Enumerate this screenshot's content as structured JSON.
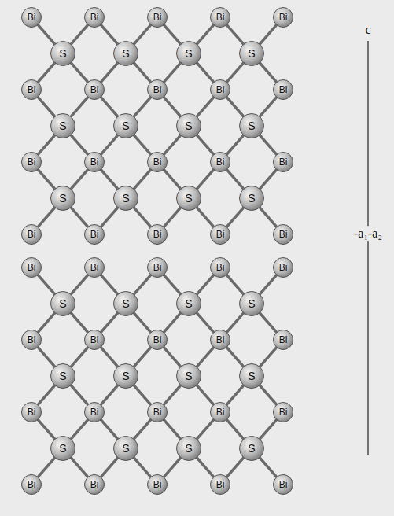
{
  "diagram": {
    "nodes": [
      {
        "text": [
          "Bi"
        ]
      },
      {
        "text": [
          "Bi"
        ]
      },
      {
        "text": [
          "Bi"
        ]
      },
      {
        "text": [
          "Bi"
        ]
      },
      {
        "text": [
          "Bi"
        ]
      },
      {
        "text": [
          "S"
        ]
      },
      {
        "text": [
          "S"
        ]
      },
      {
        "text": [
          "S"
        ]
      },
      {
        "text": [
          "S"
        ]
      },
      {
        "text": [
          "Bi"
        ]
      },
      {
        "text": [
          "Bi"
        ]
      },
      {
        "text": [
          "Bi"
        ]
      },
      {
        "text": [
          "Bi"
        ]
      },
      {
        "text": [
          "Bi"
        ]
      },
      {
        "text": [
          "S"
        ]
      },
      {
        "text": [
          "S"
        ]
      },
      {
        "text": [
          "S"
        ]
      },
      {
        "text": [
          "S"
        ]
      },
      {
        "text": [
          "Bi"
        ]
      },
      {
        "text": [
          "Bi"
        ]
      },
      {
        "text": [
          "Bi"
        ]
      },
      {
        "text": [
          "Bi"
        ]
      },
      {
        "text": [
          "Bi"
        ]
      },
      {
        "text": [
          "S"
        ]
      },
      {
        "text": [
          "S"
        ]
      },
      {
        "text": [
          "S"
        ]
      },
      {
        "text": [
          "S"
        ]
      },
      {
        "text": [
          "Bi"
        ]
      },
      {
        "text": [
          "Bi"
        ]
      },
      {
        "text": [
          "Bi"
        ]
      },
      {
        "text": [
          "Bi"
        ]
      },
      {
        "text": [
          "Bi"
        ]
      },
      {
        "text": [
          "Bi"
        ]
      },
      {
        "text": [
          "Bi"
        ]
      },
      {
        "text": [
          "Bi"
        ]
      },
      {
        "text": [
          "Bi"
        ]
      },
      {
        "text": [
          "Bi"
        ]
      },
      {
        "text": [
          "S"
        ]
      },
      {
        "text": [
          "S"
        ]
      },
      {
        "text": [
          "S"
        ]
      },
      {
        "text": [
          "S"
        ]
      },
      {
        "text": [
          "Bi"
        ]
      },
      {
        "text": [
          "Bi"
        ]
      },
      {
        "text": [
          "Bi"
        ]
      },
      {
        "text": [
          "Bi"
        ]
      },
      {
        "text": [
          "Bi"
        ]
      },
      {
        "text": [
          "S"
        ]
      },
      {
        "text": [
          "S"
        ]
      },
      {
        "text": [
          "S"
        ]
      },
      {
        "text": [
          "S"
        ]
      },
      {
        "text": [
          "Bi"
        ]
      },
      {
        "text": [
          "Bi"
        ]
      },
      {
        "text": [
          "Bi"
        ]
      },
      {
        "text": [
          "Bi"
        ]
      },
      {
        "text": [
          "Bi"
        ]
      },
      {
        "text": [
          "S"
        ]
      },
      {
        "text": [
          "S"
        ]
      },
      {
        "text": [
          "S"
        ]
      },
      {
        "text": [
          "S"
        ]
      },
      {
        "text": [
          "Bi"
        ]
      },
      {
        "text": [
          "Bi"
        ]
      },
      {
        "text": [
          "Bi"
        ]
      },
      {
        "text": [
          "Bi"
        ]
      },
      {
        "text": [
          "Bi"
        ]
      }
    ],
    "edges": [
      {
        "from": 0,
        "to": 5,
        "arrow": "none"
      },
      {
        "from": 1,
        "to": 5,
        "arrow": "none"
      },
      {
        "from": 1,
        "to": 6,
        "arrow": "none"
      },
      {
        "from": 2,
        "to": 6,
        "arrow": "none"
      },
      {
        "from": 2,
        "to": 7,
        "arrow": "none"
      },
      {
        "from": 3,
        "to": 7,
        "arrow": "none"
      },
      {
        "from": 3,
        "to": 8,
        "arrow": "none"
      },
      {
        "from": 4,
        "to": 8,
        "arrow": "none"
      },
      {
        "from": 5,
        "to": 9,
        "arrow": "none"
      },
      {
        "from": 5,
        "to": 10,
        "arrow": "none"
      },
      {
        "from": 6,
        "to": 10,
        "arrow": "none"
      },
      {
        "from": 6,
        "to": 11,
        "arrow": "none"
      },
      {
        "from": 7,
        "to": 11,
        "arrow": "none"
      },
      {
        "from": 7,
        "to": 12,
        "arrow": "none"
      },
      {
        "from": 8,
        "to": 12,
        "arrow": "none"
      },
      {
        "from": 8,
        "to": 13,
        "arrow": "none"
      },
      {
        "from": 9,
        "to": 14,
        "arrow": "none"
      },
      {
        "from": 10,
        "to": 14,
        "arrow": "none"
      },
      {
        "from": 10,
        "to": 15,
        "arrow": "none"
      },
      {
        "from": 11,
        "to": 15,
        "arrow": "none"
      },
      {
        "from": 11,
        "to": 16,
        "arrow": "none"
      },
      {
        "from": 12,
        "to": 16,
        "arrow": "none"
      },
      {
        "from": 12,
        "to": 17,
        "arrow": "none"
      },
      {
        "from": 13,
        "to": 17,
        "arrow": "none"
      },
      {
        "from": 14,
        "to": 18,
        "arrow": "none"
      },
      {
        "from": 14,
        "to": 19,
        "arrow": "none"
      },
      {
        "from": 15,
        "to": 19,
        "arrow": "none"
      },
      {
        "from": 15,
        "to": 20,
        "arrow": "none"
      },
      {
        "from": 16,
        "to": 20,
        "arrow": "none"
      },
      {
        "from": 16,
        "to": 21,
        "arrow": "none"
      },
      {
        "from": 17,
        "to": 21,
        "arrow": "none"
      },
      {
        "from": 17,
        "to": 22,
        "arrow": "none"
      },
      {
        "from": 18,
        "to": 23,
        "arrow": "none"
      },
      {
        "from": 19,
        "to": 23,
        "arrow": "none"
      },
      {
        "from": 19,
        "to": 24,
        "arrow": "none"
      },
      {
        "from": 20,
        "to": 24,
        "arrow": "none"
      },
      {
        "from": 20,
        "to": 25,
        "arrow": "none"
      },
      {
        "from": 21,
        "to": 25,
        "arrow": "none"
      },
      {
        "from": 21,
        "to": 26,
        "arrow": "none"
      },
      {
        "from": 22,
        "to": 26,
        "arrow": "none"
      },
      {
        "from": 23,
        "to": 27,
        "arrow": "none"
      },
      {
        "from": 23,
        "to": 28,
        "arrow": "none"
      },
      {
        "from": 24,
        "to": 28,
        "arrow": "none"
      },
      {
        "from": 24,
        "to": 29,
        "arrow": "none"
      },
      {
        "from": 25,
        "to": 29,
        "arrow": "none"
      },
      {
        "from": 25,
        "to": 30,
        "arrow": "none"
      },
      {
        "from": 26,
        "to": 30,
        "arrow": "none"
      },
      {
        "from": 26,
        "to": 31,
        "arrow": "none"
      },
      {
        "from": 32,
        "to": 37,
        "arrow": "none"
      },
      {
        "from": 33,
        "to": 37,
        "arrow": "none"
      },
      {
        "from": 33,
        "to": 38,
        "arrow": "none"
      },
      {
        "from": 34,
        "to": 38,
        "arrow": "none"
      },
      {
        "from": 34,
        "to": 39,
        "arrow": "none"
      },
      {
        "from": 35,
        "to": 39,
        "arrow": "none"
      },
      {
        "from": 35,
        "to": 40,
        "arrow": "none"
      },
      {
        "from": 36,
        "to": 40,
        "arrow": "none"
      },
      {
        "from": 37,
        "to": 41,
        "arrow": "none"
      },
      {
        "from": 37,
        "to": 42,
        "arrow": "none"
      },
      {
        "from": 38,
        "to": 42,
        "arrow": "none"
      },
      {
        "from": 38,
        "to": 43,
        "arrow": "none"
      },
      {
        "from": 39,
        "to": 43,
        "arrow": "none"
      },
      {
        "from": 39,
        "to": 44,
        "arrow": "none"
      },
      {
        "from": 40,
        "to": 44,
        "arrow": "none"
      },
      {
        "from": 40,
        "to": 45,
        "arrow": "none"
      },
      {
        "from": 41,
        "to": 46,
        "arrow": "none"
      },
      {
        "from": 42,
        "to": 46,
        "arrow": "none"
      },
      {
        "from": 42,
        "to": 47,
        "arrow": "none"
      },
      {
        "from": 43,
        "to": 47,
        "arrow": "none"
      },
      {
        "from": 43,
        "to": 48,
        "arrow": "none"
      },
      {
        "from": 44,
        "to": 48,
        "arrow": "none"
      },
      {
        "from": 44,
        "to": 49,
        "arrow": "none"
      },
      {
        "from": 45,
        "to": 49,
        "arrow": "none"
      },
      {
        "from": 46,
        "to": 50,
        "arrow": "none"
      },
      {
        "from": 46,
        "to": 51,
        "arrow": "none"
      },
      {
        "from": 47,
        "to": 51,
        "arrow": "none"
      },
      {
        "from": 47,
        "to": 52,
        "arrow": "none"
      },
      {
        "from": 48,
        "to": 52,
        "arrow": "none"
      },
      {
        "from": 48,
        "to": 53,
        "arrow": "none"
      },
      {
        "from": 49,
        "to": 53,
        "arrow": "none"
      },
      {
        "from": 49,
        "to": 54,
        "arrow": "none"
      },
      {
        "from": 50,
        "to": 55,
        "arrow": "none"
      },
      {
        "from": 51,
        "to": 55,
        "arrow": "none"
      },
      {
        "from": 51,
        "to": 56,
        "arrow": "none"
      },
      {
        "from": 52,
        "to": 56,
        "arrow": "none"
      },
      {
        "from": 52,
        "to": 57,
        "arrow": "none"
      },
      {
        "from": 53,
        "to": 57,
        "arrow": "none"
      },
      {
        "from": 53,
        "to": 58,
        "arrow": "none"
      },
      {
        "from": 54,
        "to": 58,
        "arrow": "none"
      },
      {
        "from": 55,
        "to": 59,
        "arrow": "none"
      },
      {
        "from": 55,
        "to": 60,
        "arrow": "none"
      },
      {
        "from": 56,
        "to": 60,
        "arrow": "none"
      },
      {
        "from": 56,
        "to": 61,
        "arrow": "none"
      },
      {
        "from": 57,
        "to": 61,
        "arrow": "none"
      },
      {
        "from": 57,
        "to": 62,
        "arrow": "none"
      },
      {
        "from": 58,
        "to": 62,
        "arrow": "none"
      },
      {
        "from": 58,
        "to": 63,
        "arrow": "none"
      }
    ],
    "labels": [
      "c",
      "-a₁-a₂"
    ]
  }
}
